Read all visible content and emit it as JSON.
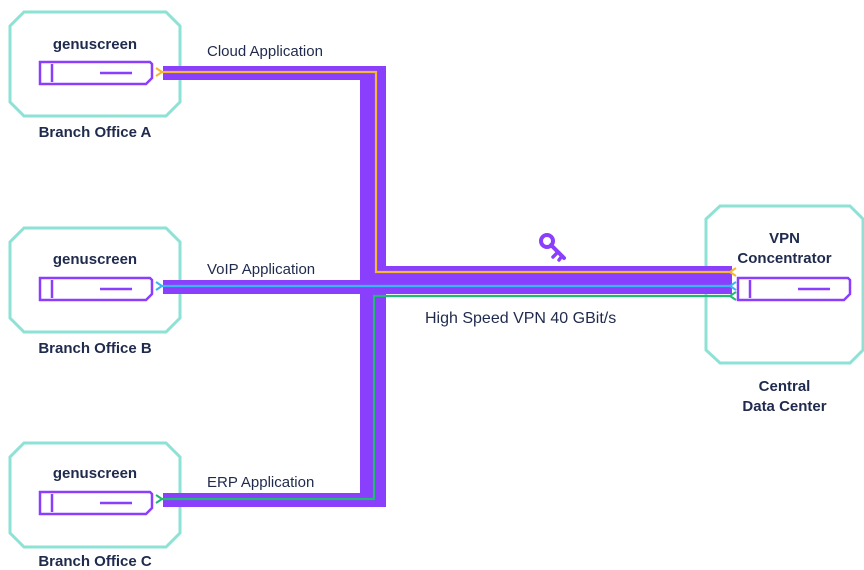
{
  "colors": {
    "frame": "#8ee2d5",
    "device": "#8a3ffc",
    "trunk": "#8a3ffc",
    "cloud_line": "#f5b82e",
    "voip_line": "#38b7f0",
    "erp_line": "#1fba74",
    "text": "#1f2a4d"
  },
  "branches": [
    {
      "device_label": "genuscreen",
      "office_name": "Branch Office A",
      "application": "Cloud Application"
    },
    {
      "device_label": "genuscreen",
      "office_name": "Branch Office B",
      "application": "VoIP Application"
    },
    {
      "device_label": "genuscreen",
      "office_name": "Branch Office C",
      "application": "ERP Application"
    }
  ],
  "concentrator": {
    "title_line1": "VPN",
    "title_line2": "Concentrator",
    "site_line1": "Central",
    "site_line2": "Data Center"
  },
  "vpn_link": {
    "label": "High Speed VPN 40 GBit/s",
    "icon": "key-icon"
  }
}
